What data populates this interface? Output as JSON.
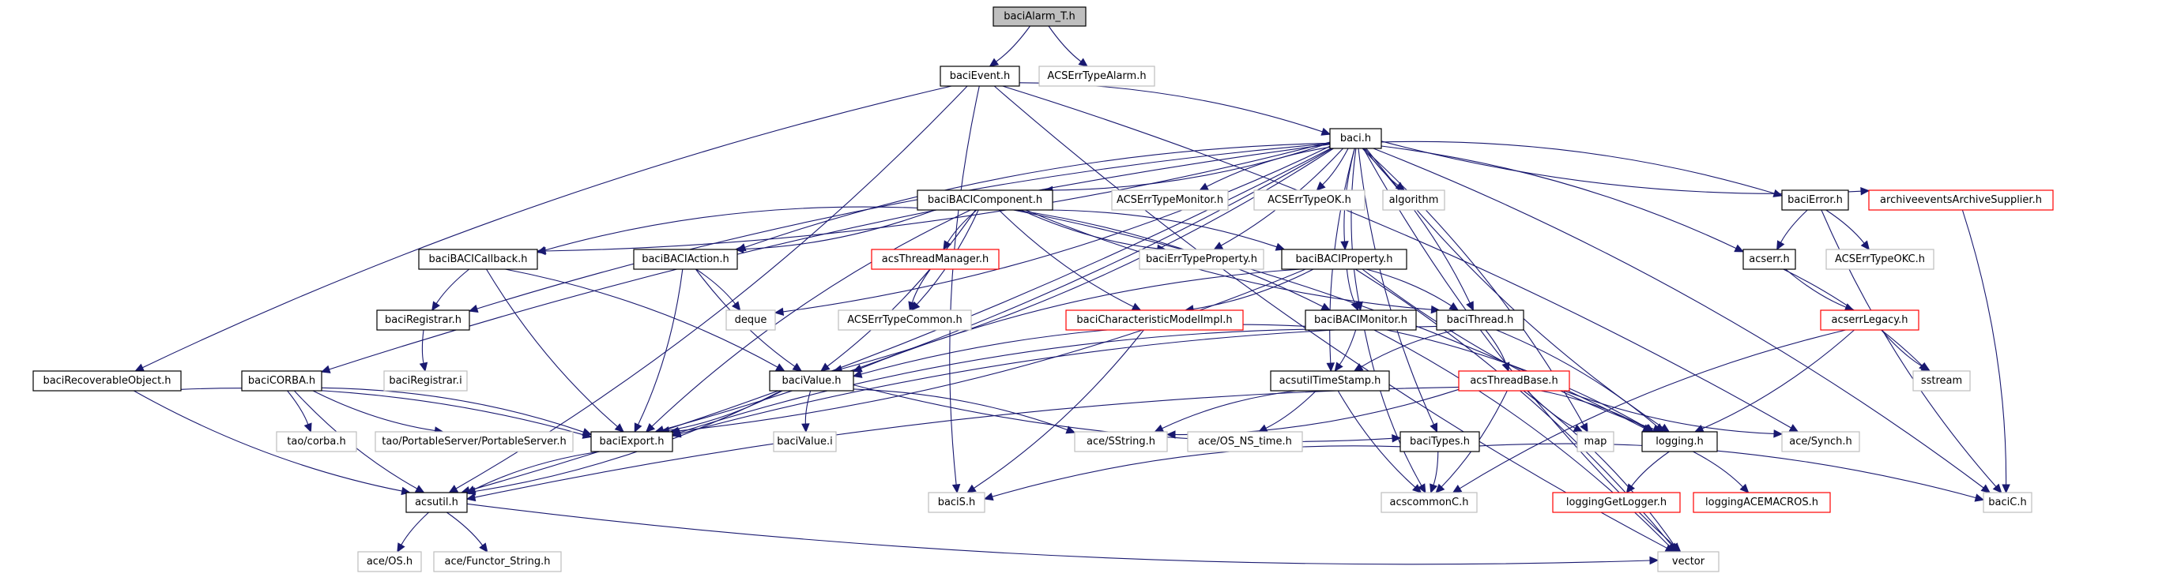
{
  "diagram": {
    "type": "include-dependency-graph",
    "root": "baciAlarm_T.h",
    "colors": {
      "edge": "#191970",
      "root_fill": "#bfbfbf",
      "documented_border": "#000000",
      "undocumented_border": "#bfbfbf",
      "truncated_border": "#ff0000"
    },
    "nodes": [
      {
        "id": "baciAlarm_T",
        "label": "baciAlarm_T.h",
        "style": "root"
      },
      {
        "id": "baciEvent",
        "label": "baciEvent.h",
        "style": "documented"
      },
      {
        "id": "ACSErrTypeAlarm",
        "label": "ACSErrTypeAlarm.h",
        "style": "external"
      },
      {
        "id": "baci",
        "label": "baci.h",
        "style": "documented"
      },
      {
        "id": "baciBACIComponent",
        "label": "baciBACIComponent.h",
        "style": "documented"
      },
      {
        "id": "ACSErrTypeMonitor",
        "label": "ACSErrTypeMonitor.h",
        "style": "external"
      },
      {
        "id": "ACSErrTypeOK",
        "label": "ACSErrTypeOK.h",
        "style": "external"
      },
      {
        "id": "algorithm",
        "label": "algorithm",
        "style": "external"
      },
      {
        "id": "baciError",
        "label": "baciError.h",
        "style": "documented"
      },
      {
        "id": "archiveeventsArchiveSupplier",
        "label": "archiveeventsArchiveSupplier.h",
        "style": "truncated"
      },
      {
        "id": "baciBACICallback",
        "label": "baciBACICallback.h",
        "style": "documented"
      },
      {
        "id": "baciBACIAction",
        "label": "baciBACIAction.h",
        "style": "documented"
      },
      {
        "id": "acsThreadManager",
        "label": "acsThreadManager.h",
        "style": "truncated"
      },
      {
        "id": "baciErrTypeProperty",
        "label": "baciErrTypeProperty.h",
        "style": "external"
      },
      {
        "id": "baciBACIProperty",
        "label": "baciBACIProperty.h",
        "style": "documented"
      },
      {
        "id": "acserr",
        "label": "acserr.h",
        "style": "documented"
      },
      {
        "id": "ACSErrTypeOKC",
        "label": "ACSErrTypeOKC.h",
        "style": "external"
      },
      {
        "id": "baciRegistrar",
        "label": "baciRegistrar.h",
        "style": "documented"
      },
      {
        "id": "deque",
        "label": "deque",
        "style": "external"
      },
      {
        "id": "ACSErrTypeCommon",
        "label": "ACSErrTypeCommon.h",
        "style": "external"
      },
      {
        "id": "baciCharacteristicModelImpl",
        "label": "baciCharacteristicModelImpl.h",
        "style": "truncated"
      },
      {
        "id": "baciBACIMonitor",
        "label": "baciBACIMonitor.h",
        "style": "documented"
      },
      {
        "id": "baciThread",
        "label": "baciThread.h",
        "style": "documented"
      },
      {
        "id": "acserrLegacy",
        "label": "acserrLegacy.h",
        "style": "truncated"
      },
      {
        "id": "baciRecoverableObject",
        "label": "baciRecoverableObject.h",
        "style": "documented"
      },
      {
        "id": "baciCORBA",
        "label": "baciCORBA.h",
        "style": "documented"
      },
      {
        "id": "baciRegistrar_i",
        "label": "baciRegistrar.i",
        "style": "external"
      },
      {
        "id": "baciValue",
        "label": "baciValue.h",
        "style": "documented"
      },
      {
        "id": "acsutilTimeStamp",
        "label": "acsutilTimeStamp.h",
        "style": "documented"
      },
      {
        "id": "acsThreadBase",
        "label": "acsThreadBase.h",
        "style": "truncated"
      },
      {
        "id": "sstream",
        "label": "sstream",
        "style": "external"
      },
      {
        "id": "tao_corba",
        "label": "tao/corba.h",
        "style": "external"
      },
      {
        "id": "tao_PortableServer",
        "label": "tao/PortableServer/PortableServer.h",
        "style": "external"
      },
      {
        "id": "baciExport",
        "label": "baciExport.h",
        "style": "documented"
      },
      {
        "id": "baciValue_i",
        "label": "baciValue.i",
        "style": "external"
      },
      {
        "id": "ace_SString",
        "label": "ace/SString.h",
        "style": "external"
      },
      {
        "id": "ace_OS_NS_time",
        "label": "ace/OS_NS_time.h",
        "style": "external"
      },
      {
        "id": "baciTypes",
        "label": "baciTypes.h",
        "style": "documented"
      },
      {
        "id": "map",
        "label": "map",
        "style": "external"
      },
      {
        "id": "logging",
        "label": "logging.h",
        "style": "documented"
      },
      {
        "id": "ace_Synch",
        "label": "ace/Synch.h",
        "style": "external"
      },
      {
        "id": "acsutil",
        "label": "acsutil.h",
        "style": "documented"
      },
      {
        "id": "baciS",
        "label": "baciS.h",
        "style": "external"
      },
      {
        "id": "acscommonC",
        "label": "acscommonC.h",
        "style": "external"
      },
      {
        "id": "loggingGetLogger",
        "label": "loggingGetLogger.h",
        "style": "truncated"
      },
      {
        "id": "loggingACEMACROS",
        "label": "loggingACEMACROS.h",
        "style": "truncated"
      },
      {
        "id": "baciC",
        "label": "baciC.h",
        "style": "external"
      },
      {
        "id": "ace_OS",
        "label": "ace/OS.h",
        "style": "external"
      },
      {
        "id": "ace_Functor_String",
        "label": "ace/Functor_String.h",
        "style": "external"
      },
      {
        "id": "vector",
        "label": "vector",
        "style": "external"
      }
    ],
    "edges": [
      [
        "baciAlarm_T",
        "baciEvent"
      ],
      [
        "baciAlarm_T",
        "ACSErrTypeAlarm"
      ],
      [
        "baciEvent",
        "baci"
      ],
      [
        "baciEvent",
        "baciRecoverableObject"
      ],
      [
        "baciEvent",
        "acsutil"
      ],
      [
        "baciEvent",
        "baciS"
      ],
      [
        "baciEvent",
        "ace_Synch"
      ],
      [
        "baciEvent",
        "vector"
      ],
      [
        "baci",
        "baciBACIComponent"
      ],
      [
        "baci",
        "ACSErrTypeMonitor"
      ],
      [
        "baci",
        "ACSErrTypeOK"
      ],
      [
        "baci",
        "algorithm"
      ],
      [
        "baci",
        "baciError"
      ],
      [
        "baci",
        "archiveeventsArchiveSupplier"
      ],
      [
        "baci",
        "baciBACICallback"
      ],
      [
        "baci",
        "baciBACIAction"
      ],
      [
        "baci",
        "baciErrTypeProperty"
      ],
      [
        "baci",
        "baciBACIProperty"
      ],
      [
        "baci",
        "acserr"
      ],
      [
        "baci",
        "baciRegistrar"
      ],
      [
        "baci",
        "deque"
      ],
      [
        "baci",
        "baciBACIMonitor"
      ],
      [
        "baci",
        "baciThread"
      ],
      [
        "baci",
        "baciCORBA"
      ],
      [
        "baci",
        "baciValue"
      ],
      [
        "baci",
        "acsutilTimeStamp"
      ],
      [
        "baci",
        "baciExport"
      ],
      [
        "baci",
        "baciTypes"
      ],
      [
        "baci",
        "map"
      ],
      [
        "baci",
        "logging"
      ],
      [
        "baci",
        "acsutil"
      ],
      [
        "baci",
        "vector"
      ],
      [
        "baci",
        "baciC"
      ],
      [
        "baciBACIComponent",
        "baciBACICallback"
      ],
      [
        "baciBACIComponent",
        "baciBACIAction"
      ],
      [
        "baciBACIComponent",
        "acsThreadManager"
      ],
      [
        "baciBACIComponent",
        "ACSErrTypeCommon"
      ],
      [
        "baciBACIComponent",
        "baciErrTypeProperty"
      ],
      [
        "baciBACIComponent",
        "baciBACIProperty"
      ],
      [
        "baciBACIComponent",
        "baciCharacteristicModelImpl"
      ],
      [
        "baciBACIComponent",
        "baciBACIMonitor"
      ],
      [
        "baciBACIComponent",
        "baciThread"
      ],
      [
        "baciBACIComponent",
        "baciValue"
      ],
      [
        "baciBACIComponent",
        "baciExport"
      ],
      [
        "baciBACIComponent",
        "logging"
      ],
      [
        "baciError",
        "acserr"
      ],
      [
        "baciError",
        "ACSErrTypeOKC"
      ],
      [
        "baciError",
        "baciC"
      ],
      [
        "archiveeventsArchiveSupplier",
        "baciC"
      ],
      [
        "baciBACICallback",
        "baciRegistrar"
      ],
      [
        "baciBACICallback",
        "baciValue"
      ],
      [
        "baciBACICallback",
        "baciExport"
      ],
      [
        "baciBACIAction",
        "deque"
      ],
      [
        "baciBACIAction",
        "baciValue"
      ],
      [
        "baciBACIAction",
        "baciExport"
      ],
      [
        "acsThreadManager",
        "ACSErrTypeCommon"
      ],
      [
        "baciBACIProperty",
        "baciCharacteristicModelImpl"
      ],
      [
        "baciBACIProperty",
        "baciBACIMonitor"
      ],
      [
        "baciBACIProperty",
        "baciThread"
      ],
      [
        "baciBACIProperty",
        "baciValue"
      ],
      [
        "baciBACIProperty",
        "baciExport"
      ],
      [
        "baciBACIProperty",
        "logging"
      ],
      [
        "baciBACIProperty",
        "vector"
      ],
      [
        "acserr",
        "acserrLegacy"
      ],
      [
        "acserr",
        "sstream"
      ],
      [
        "baciRegistrar",
        "baciRegistrar_i"
      ],
      [
        "baciCharacteristicModelImpl",
        "baciS"
      ],
      [
        "baciBACIMonitor",
        "baciValue"
      ],
      [
        "baciBACIMonitor",
        "acsutilTimeStamp"
      ],
      [
        "baciBACIMonitor",
        "baciExport"
      ],
      [
        "baciBACIMonitor",
        "logging"
      ],
      [
        "baciBACIMonitor",
        "acscommonC"
      ],
      [
        "baciBACIMonitor",
        "vector"
      ],
      [
        "baciThread",
        "acsutilTimeStamp"
      ],
      [
        "baciThread",
        "acsThreadBase"
      ],
      [
        "baciThread",
        "baciExport"
      ],
      [
        "baciThread",
        "logging"
      ],
      [
        "acserrLegacy",
        "sstream"
      ],
      [
        "acserrLegacy",
        "logging"
      ],
      [
        "acserrLegacy",
        "acscommonC"
      ],
      [
        "baciRecoverableObject",
        "baciExport"
      ],
      [
        "baciRecoverableObject",
        "acsutil"
      ],
      [
        "baciCORBA",
        "tao_corba"
      ],
      [
        "baciCORBA",
        "tao_PortableServer"
      ],
      [
        "baciCORBA",
        "baciExport"
      ],
      [
        "baciCORBA",
        "acsutil"
      ],
      [
        "baciValue",
        "baciExport"
      ],
      [
        "baciValue",
        "baciValue_i"
      ],
      [
        "baciValue",
        "ace_SString"
      ],
      [
        "baciValue",
        "baciTypes"
      ],
      [
        "baciValue",
        "acsutil"
      ],
      [
        "acsutilTimeStamp",
        "ace_SString"
      ],
      [
        "acsutilTimeStamp",
        "ace_OS_NS_time"
      ],
      [
        "acsutilTimeStamp",
        "acscommonC"
      ],
      [
        "acsThreadBase",
        "ace_SString"
      ],
      [
        "acsThreadBase",
        "map"
      ],
      [
        "acsThreadBase",
        "logging"
      ],
      [
        "acsThreadBase",
        "ace_Synch"
      ],
      [
        "acsThreadBase",
        "acscommonC"
      ],
      [
        "acsThreadBase",
        "acsutil"
      ],
      [
        "acsThreadBase",
        "vector"
      ],
      [
        "baciExport",
        "acsutil"
      ],
      [
        "baciTypes",
        "acscommonC"
      ],
      [
        "baciTypes",
        "baciS"
      ],
      [
        "baciTypes",
        "baciC"
      ],
      [
        "logging",
        "loggingGetLogger"
      ],
      [
        "logging",
        "loggingACEMACROS"
      ],
      [
        "acsutil",
        "ace_OS"
      ],
      [
        "acsutil",
        "ace_Functor_String"
      ],
      [
        "acsutil",
        "vector"
      ]
    ]
  }
}
